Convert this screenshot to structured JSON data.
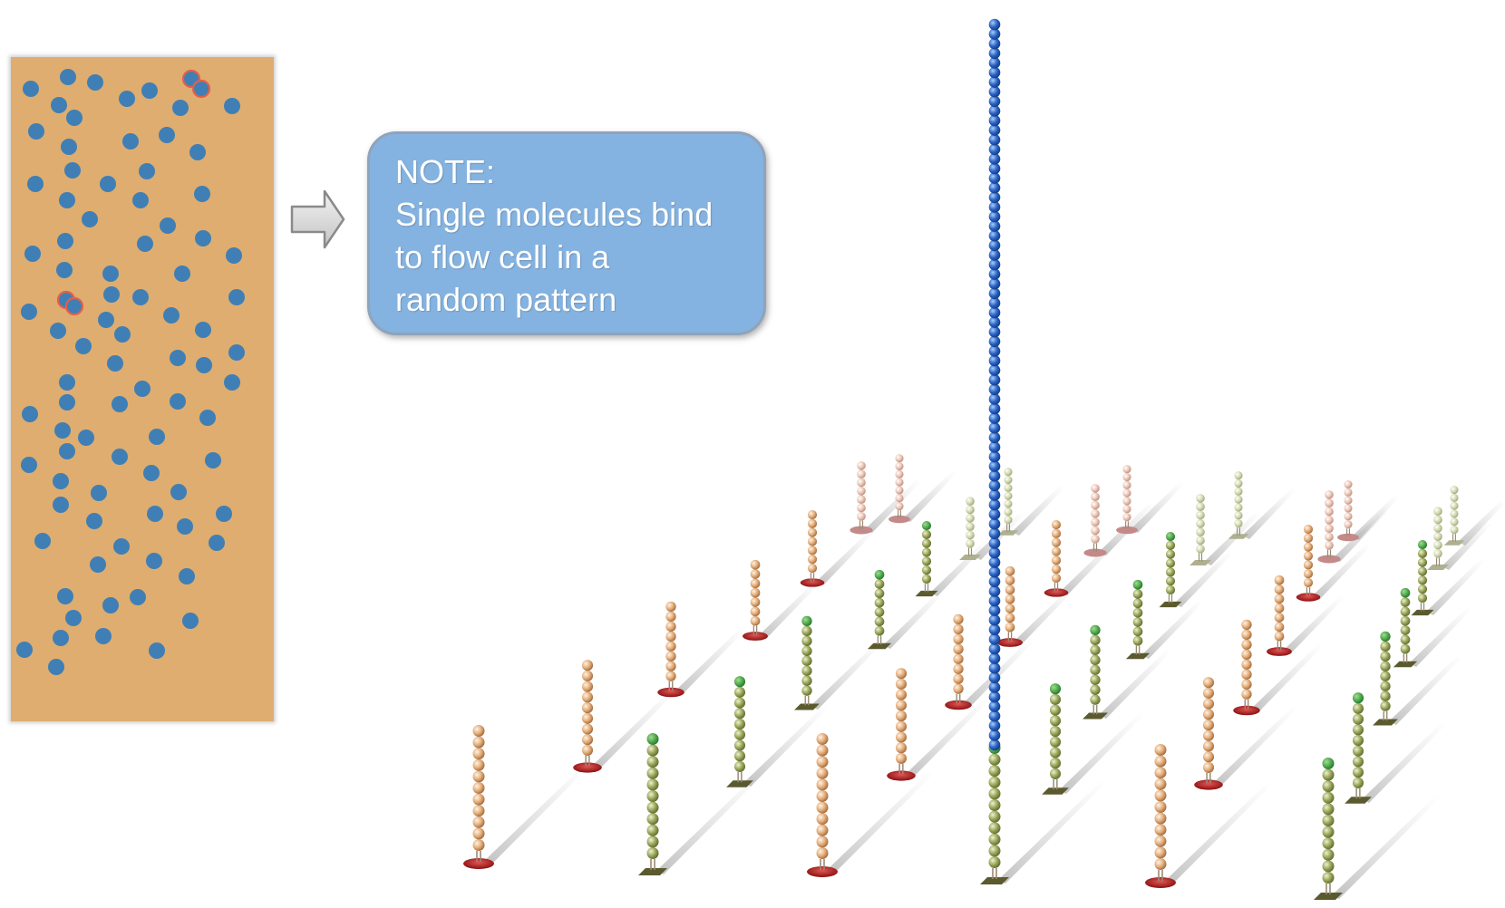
{
  "note": {
    "title": "NOTE:",
    "lines": [
      "Single molecules bind",
      "to flow cell in a",
      "random pattern"
    ]
  },
  "colors": {
    "flow_cell_fill": "#dfad6f",
    "molecule_dot": "#3f7fb5",
    "overlap_outline": "#e2604a",
    "note_fill": "#84b3e1",
    "arrow_fill": "#d6d6d6",
    "single_molecule_strand": "#2a62c7",
    "strand_orange": "#e3ad7a",
    "strand_green": "#9aa55a",
    "strand_pink": "#e8b9ad",
    "strand_pale_green": "#c9d1a4"
  },
  "icons": {
    "arrow": "right-arrow-icon"
  }
}
